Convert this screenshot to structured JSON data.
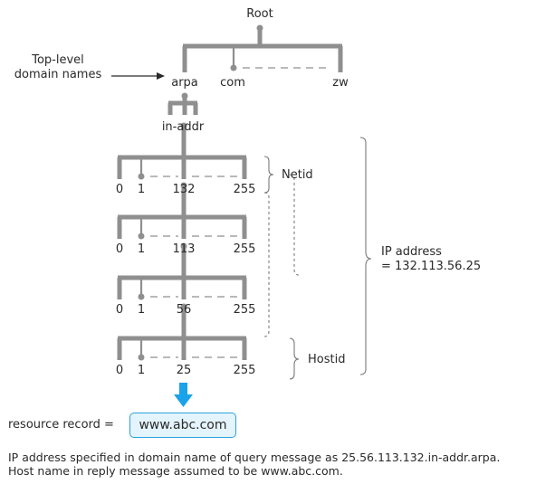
{
  "tree": {
    "root_label": "Root",
    "top_level_label_line1": "Top-level",
    "top_level_label_line2": "domain names",
    "tld_labels": [
      "arpa",
      "com",
      "zw"
    ],
    "inaddr_label": "in-addr",
    "levels": [
      {
        "labels": [
          "0",
          "1",
          "132",
          "255"
        ]
      },
      {
        "labels": [
          "0",
          "1",
          "113",
          "255"
        ]
      },
      {
        "labels": [
          "0",
          "1",
          "56",
          "255"
        ]
      },
      {
        "labels": [
          "0",
          "1",
          "25",
          "255"
        ]
      }
    ]
  },
  "annotations": {
    "netid": "Netid",
    "hostid": "Hostid",
    "ip_label_line1": "IP address",
    "ip_label_line2": "= 132.113.56.25"
  },
  "record": {
    "label": "resource record =",
    "value": "www.abc.com"
  },
  "caption": {
    "line1": "IP address specified in domain name of query message as 25.56.113.132.in-addr.arpa.",
    "line2": "Host name in reply message assumed to be www.abc.com."
  },
  "colors": {
    "tree": "#8f8f8f",
    "arrow_blue": "#1aa3e8",
    "record_border": "#29a3de",
    "record_fill": "#e4f4fc"
  }
}
